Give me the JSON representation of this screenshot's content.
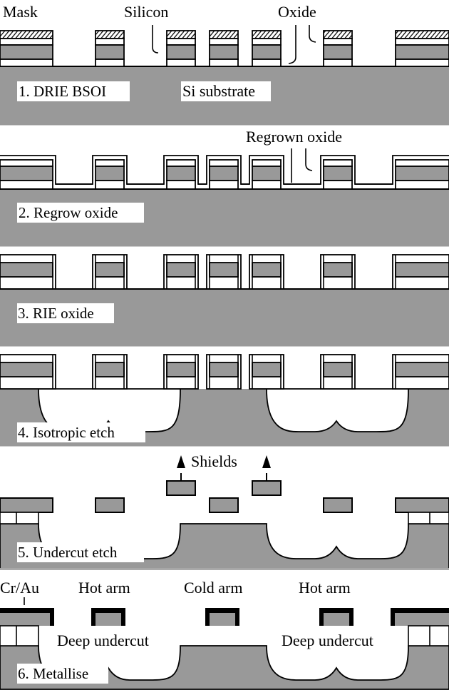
{
  "colors": {
    "silicon": "#999999",
    "oxide": "#ffffff",
    "outline": "#000000",
    "metal": "#000000",
    "background": "#ffffff"
  },
  "panels": [
    {
      "step_label": "1. DRIE BSOI",
      "annotations": [
        "Mask",
        "Silicon",
        "Oxide",
        "Si substrate"
      ]
    },
    {
      "step_label": "2. Regrow oxide",
      "annotations": [
        "Regrown oxide"
      ]
    },
    {
      "step_label": "3. RIE oxide",
      "annotations": []
    },
    {
      "step_label": "4. Isotropic etch",
      "annotations": []
    },
    {
      "step_label": "5. Undercut etch",
      "annotations": [
        "Shields"
      ]
    },
    {
      "step_label": "6. Metallise",
      "annotations": [
        "Cr/Au",
        "Hot arm",
        "Cold arm",
        "Hot arm",
        "Deep undercut",
        "Deep undercut"
      ]
    }
  ]
}
